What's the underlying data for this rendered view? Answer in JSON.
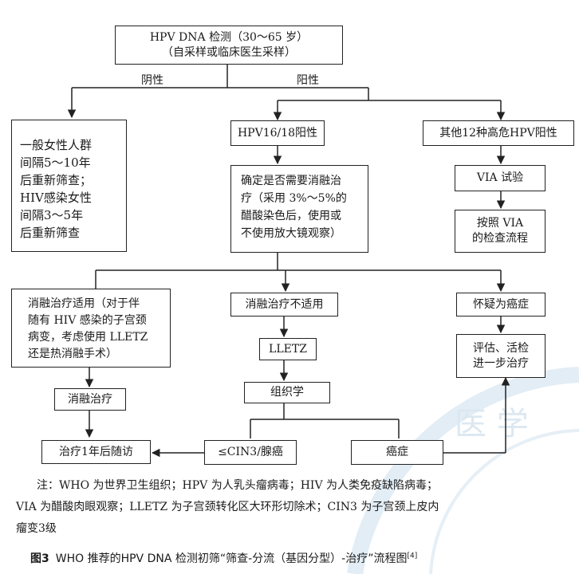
{
  "diagram": {
    "start": {
      "line1": "HPV DNA 检测（30～65 岁）",
      "line2": "（自采样或临床医生采样）"
    },
    "branch_negative": "阴性",
    "branch_positive": "阳性",
    "negative_box": {
      "lines": [
        "一般女性人群",
        "间隔5～10年",
        "后重新筛查；",
        "HIV感染女性",
        "间隔3～5年",
        "后重新筛查"
      ]
    },
    "hpv1618": "HPV16/18阳性",
    "other12": "其他12种高危HPV阳性",
    "via_test": "VIA 试验",
    "via_flow": {
      "line1": "按照 VIA",
      "line2": "的检查流程"
    },
    "decide": {
      "lines": [
        "确定是否需要消融治",
        "疗（采用 3%～5%的",
        "醋酸染色后，使用或",
        "不使用放大镜观察）"
      ]
    },
    "ablation_ok": {
      "lines": [
        "消融治疗适用（对于伴",
        "随有 HIV 感染的子宫颈",
        "病变，考虑使用 LLETZ",
        "还是热消融手术）"
      ]
    },
    "ablation_no": "消融治疗不适用",
    "suspect_cancer": "怀疑为癌症",
    "ablation": "消融治疗",
    "lletz": "LLETZ",
    "assess": {
      "line1": "评估、活检",
      "line2": "进一步治疗"
    },
    "histology": "组织学",
    "followup": "治疗1年后随访",
    "cin3": "≤CIN3/腺癌",
    "cancer": "癌症"
  },
  "note": {
    "line1": "注：WHO 为世界卫生组织；HPV 为人乳头瘤病毒；HIV 为人类免疫缺陷病毒；",
    "line2": "VIA 为醋酸肉眼观察；LLETZ 为子宫颈转化区大环形切除术；CIN3 为子宫颈上皮内",
    "line3": "瘤变3级"
  },
  "caption": {
    "label": "图3",
    "text": "WHO 推荐的HPV DNA 检测初筛“筛查-分流（基因分型）-治疗”流程图",
    "ref": "[4]"
  },
  "watermark": {
    "chars": "医 学"
  },
  "colors": {
    "line": "#222222",
    "watermark": "#dfeaf2"
  }
}
